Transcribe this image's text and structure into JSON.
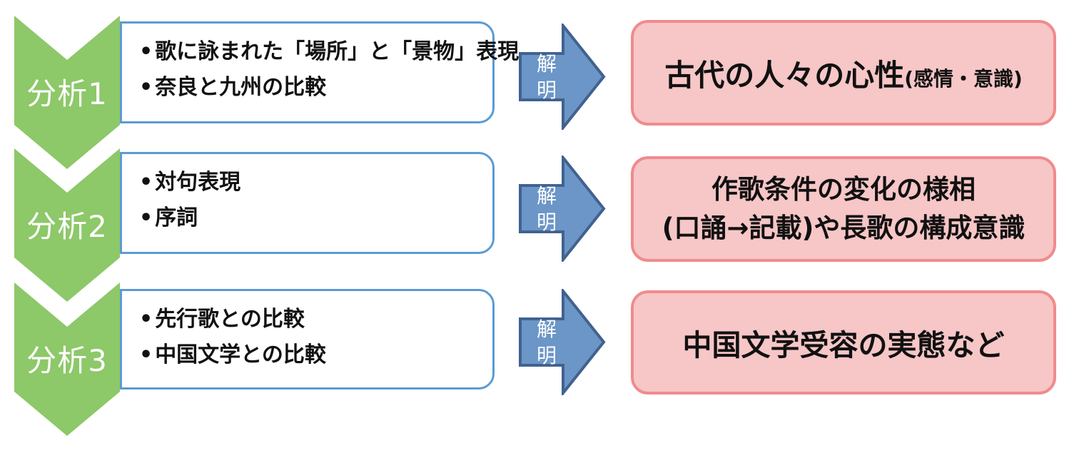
{
  "bullet_char": "•",
  "colors": {
    "chevron_green": "#8dc869",
    "box_border_blue": "#5b9bd5",
    "arrow_fill_blue": "#6b96c7",
    "arrow_stroke_blue": "#41628f",
    "result_fill_pink": "#f7c6c7",
    "result_border_pink": "#f08b8c",
    "text_black": "#111111",
    "label_white": "#ffffff"
  },
  "rows": [
    {
      "chevron_label": "分析1",
      "bullets": [
        "歌に詠まれた「場所」と「景物」表現",
        "奈良と九州の比較"
      ],
      "arrow_label": "解明",
      "result_main": "古代の人々の心性",
      "result_note": "(感情・意識)"
    },
    {
      "chevron_label": "分析2",
      "bullets": [
        "対句表現",
        "序詞"
      ],
      "arrow_label": "解明",
      "result_main": "作歌条件の変化の様相",
      "result_line2": "(口誦→記載)や長歌の構成意識"
    },
    {
      "chevron_label": "分析3",
      "bullets": [
        "先行歌との比較",
        "中国文学との比較"
      ],
      "arrow_label": "解明",
      "result_main": "中国文学受容の実態など"
    }
  ]
}
